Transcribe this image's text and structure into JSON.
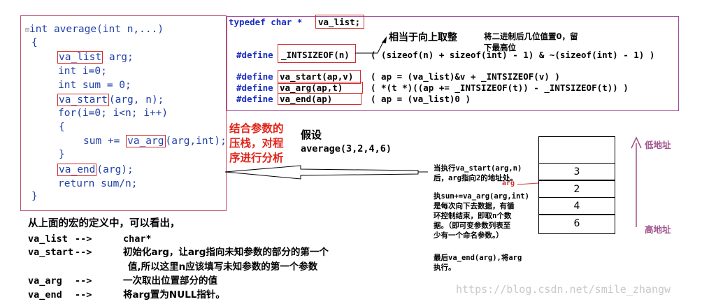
{
  "code": {
    "l1": "int average(int n,...)",
    "l2": "{",
    "va_list": "va_list",
    "arg_decl": " arg;",
    "l4": "int i=0;",
    "l5": "int sum = 0;",
    "va_start": "va_start",
    "va_start_args": "(arg, n);",
    "l7": "for(i=0; i<n; i++)",
    "l8": "{",
    "sum_prefix": "sum += ",
    "va_arg": "va_arg",
    "va_arg_args": "(arg,int);",
    "l10": "}",
    "va_end": "va_end",
    "va_end_args": "(arg);",
    "l12": "return sum/n;",
    "l13": "}"
  },
  "macros": {
    "typedef": "typedef char *",
    "typedef_name": "va_list;",
    "define": "#define",
    "intsizeof": "_INTSIZEOF(n)",
    "intsizeof_body": "( (sizeof(n) + sizeof(int) - 1) & ~(sizeof(int) - 1) )",
    "va_start": "va_start(ap,v)",
    "va_start_body": "( ap = (va_list)&v + _INTSIZEOF(v) )",
    "va_arg": "va_arg(ap,t)",
    "va_arg_body": "( *(t *)((ap += _INTSIZEOF(t)) - _INTSIZEOF(t)) )",
    "va_end": "va_end(ap)",
    "va_end_body": "( ap = (va_list)0 )",
    "note_round_up": "相当于向上取整",
    "note_low_bits_1": "将二进制后几位值置0，留",
    "note_low_bits_2": "下最高位"
  },
  "analysis": {
    "red_note": "结合参数的\n压栈，对程\n序进行分析",
    "assume": "假设",
    "call": "average(3,2,4,6)"
  },
  "stack": {
    "values": [
      "3",
      "2",
      "4",
      "6"
    ],
    "low_addr": "低地址",
    "high_addr": "高地址",
    "arg_label": "arg"
  },
  "explain": {
    "p1": "当执行va_start(arg,n)\n后，arg指向2的地址处。",
    "p2": "执sum+=va_arg(arg,int)\n是每次向下去数据，有循\n环控制结束，即取n个数\n据。（即可变参数列表至\n少有一个命名参数。）",
    "p3": "最后va_end(arg),将arg\n执行。"
  },
  "summary": {
    "heading": "从上面的宏的定义中，可以看出，",
    "rows": [
      {
        "name": "va_list",
        "arrow": "-->",
        "desc": "char*"
      },
      {
        "name": "va_start",
        "arrow": "-->",
        "desc": "初始化arg，让arg指向未知参数的部分的第一个"
      },
      {
        "name": "",
        "arrow": "",
        "desc": "值,所以这里n应该填写未知参数的第一个参数"
      },
      {
        "name": "va_arg",
        "arrow": "-->",
        "desc": "一次取出位置部分的值"
      },
      {
        "name": "va_end",
        "arrow": "-->",
        "desc": "将arg置为NULL指针。"
      }
    ]
  },
  "watermark": "https://blog.csdn.net/smile_zhangw"
}
